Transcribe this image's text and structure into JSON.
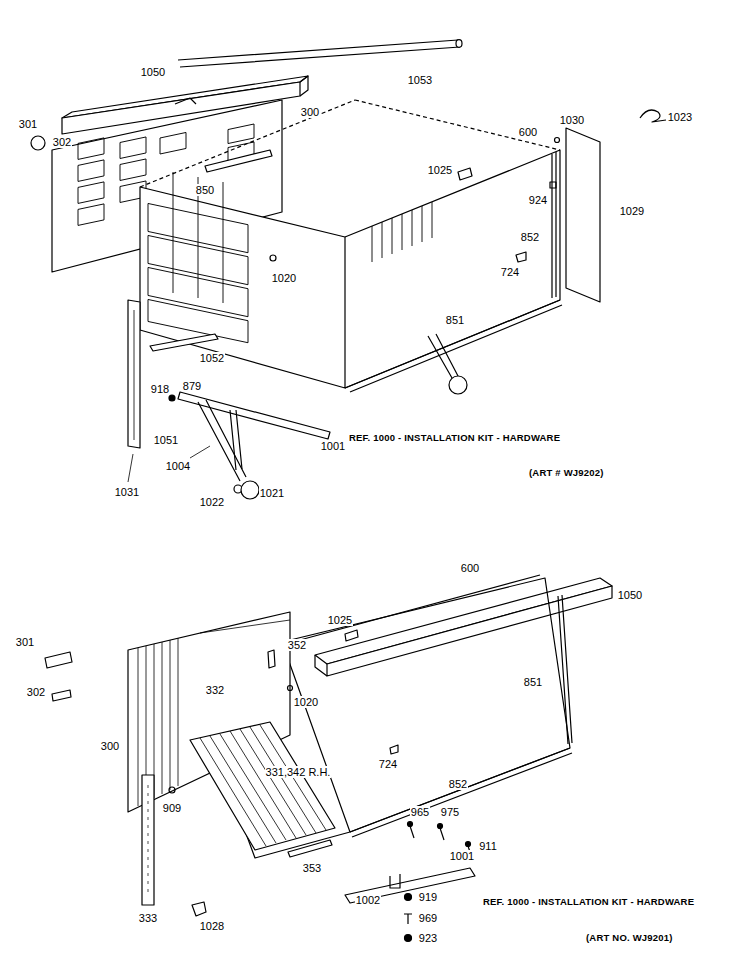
{
  "diagram": {
    "labels": [
      "1050",
      "1053",
      "301",
      "302",
      "300",
      "850",
      "600",
      "1030",
      "1023",
      "1025",
      "924",
      "1029",
      "852",
      "1020",
      "724",
      "851",
      "1052",
      "918",
      "879",
      "1051",
      "1001",
      "1004",
      "1031",
      "1022",
      "1021",
      "REF. 1000 - INSTALLATION KIT - HARDWARE",
      "(ART # WJ9202)",
      "600",
      "1050",
      "1025",
      "301",
      "352",
      "302",
      "332",
      "1020",
      "851",
      "300",
      "331,342 R.H.",
      "724",
      "852",
      "909",
      "965",
      "975",
      "911",
      "333",
      "353",
      "1028",
      "1002",
      "1001",
      "919",
      "969",
      "923",
      "REF. 1000 - INSTALLATION KIT - HARDWARE",
      "(ART NO. WJ9201)"
    ]
  }
}
